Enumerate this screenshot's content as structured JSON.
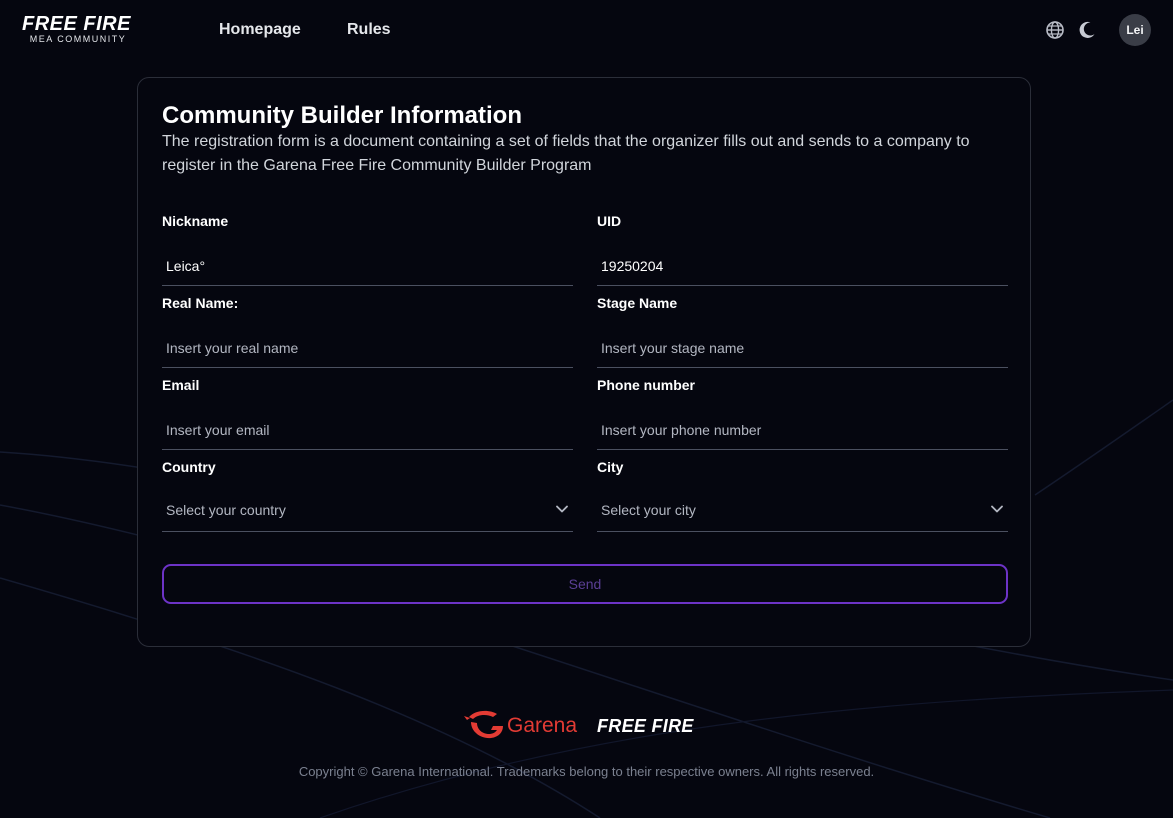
{
  "brand": {
    "logo_main": "FREE FIRE",
    "logo_sub": "MEA COMMUNITY"
  },
  "nav": {
    "items": [
      {
        "label": "Homepage"
      },
      {
        "label": "Rules"
      }
    ],
    "avatar_initials": "Lei",
    "icons": [
      "globe-icon",
      "moon-icon"
    ]
  },
  "form": {
    "title": "Community Builder Information",
    "description": "The registration form is a document containing a set of fields that the organizer fills out and sends to a company to register in the Garena Free Fire Community Builder Program",
    "fields": {
      "nickname": {
        "label": "Nickname",
        "value": "Leica°",
        "placeholder": ""
      },
      "uid": {
        "label": "UID",
        "value": "19250204",
        "placeholder": ""
      },
      "real_name": {
        "label": "Real Name:",
        "value": "",
        "placeholder": "Insert your real name"
      },
      "stage_name": {
        "label": "Stage Name",
        "value": "",
        "placeholder": "Insert your stage name"
      },
      "email": {
        "label": "Email",
        "value": "",
        "placeholder": "Insert your email"
      },
      "phone": {
        "label": "Phone number",
        "value": "",
        "placeholder": "Insert your phone number"
      },
      "country": {
        "label": "Country",
        "placeholder": "Select your country"
      },
      "city": {
        "label": "City",
        "placeholder": "Select your city"
      }
    },
    "send_label": "Send"
  },
  "footer": {
    "garena_label": "Garena",
    "freefire_label": "FREE FIRE",
    "copyright": "Copyright © Garena International. Trademarks belong to their respective owners. All rights reserved."
  },
  "colors": {
    "background": "#05060f",
    "card_border": "#2b2e39",
    "send_border": "#6d33c7",
    "garena_red": "#e33b34"
  }
}
